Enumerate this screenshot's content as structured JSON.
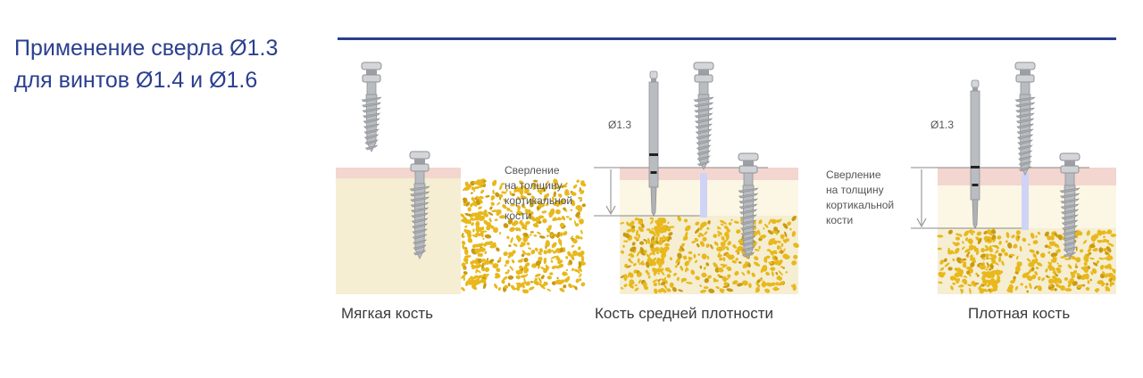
{
  "title": {
    "line1": "Применение сверла Ø1.3",
    "line2": "для винтов Ø1.4 и Ø1.6"
  },
  "colors": {
    "brand_blue": "#2a3f8f",
    "gum": "#f3d6cf",
    "cortical": "#fbf7e4",
    "cancellous": "#f5eed2",
    "trabecular": "#e8b81c",
    "metal": "#b9bcc0"
  },
  "panels": [
    {
      "caption": "Мягкая кость"
    },
    {
      "caption": "Кость средней плотности",
      "drill_label": "Ø1.3",
      "note": [
        "Сверление",
        "на толщину",
        "кортикальной",
        "кости"
      ]
    },
    {
      "caption": "Плотная кость",
      "drill_label": "Ø1.3",
      "note": [
        "Сверление",
        "на толщину",
        "кортикальной",
        "кости"
      ]
    }
  ]
}
